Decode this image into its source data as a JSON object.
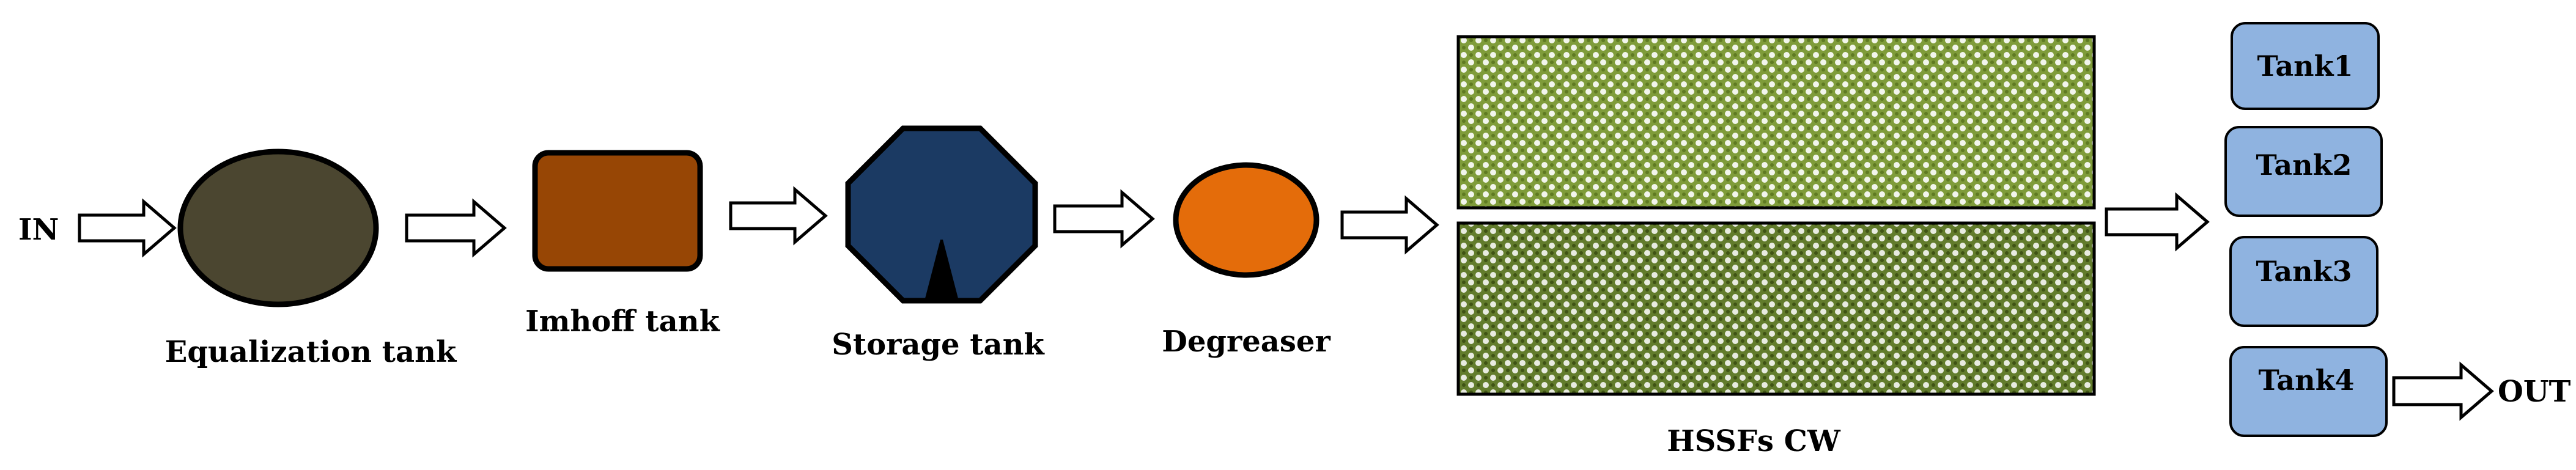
{
  "flow": {
    "input_label": "IN",
    "output_label": "OUT"
  },
  "units": {
    "equalization": {
      "label": "Equalization tank",
      "color": "#4b4630",
      "shape": "ellipse"
    },
    "imhoff": {
      "label": "Imhoff tank",
      "color": "#974605",
      "shape": "rounded-rectangle"
    },
    "storage": {
      "label": "Storage tank",
      "color": "#1b3a63",
      "shape": "octagon"
    },
    "degreaser": {
      "label": "Degreaser",
      "color": "#e46c0a",
      "shape": "ellipse"
    },
    "wetland": {
      "label": "HSSFs CW",
      "bed_color": "#7f9c3a",
      "pattern_color": "#ffffff",
      "shape": "two-beds"
    }
  },
  "tanks": [
    {
      "label": "Tank1",
      "color": "#8fb3e0"
    },
    {
      "label": "Tank2",
      "color": "#8fb3e0"
    },
    {
      "label": "Tank3",
      "color": "#8fb3e0"
    },
    {
      "label": "Tank4",
      "color": "#8fb3e0"
    }
  ]
}
